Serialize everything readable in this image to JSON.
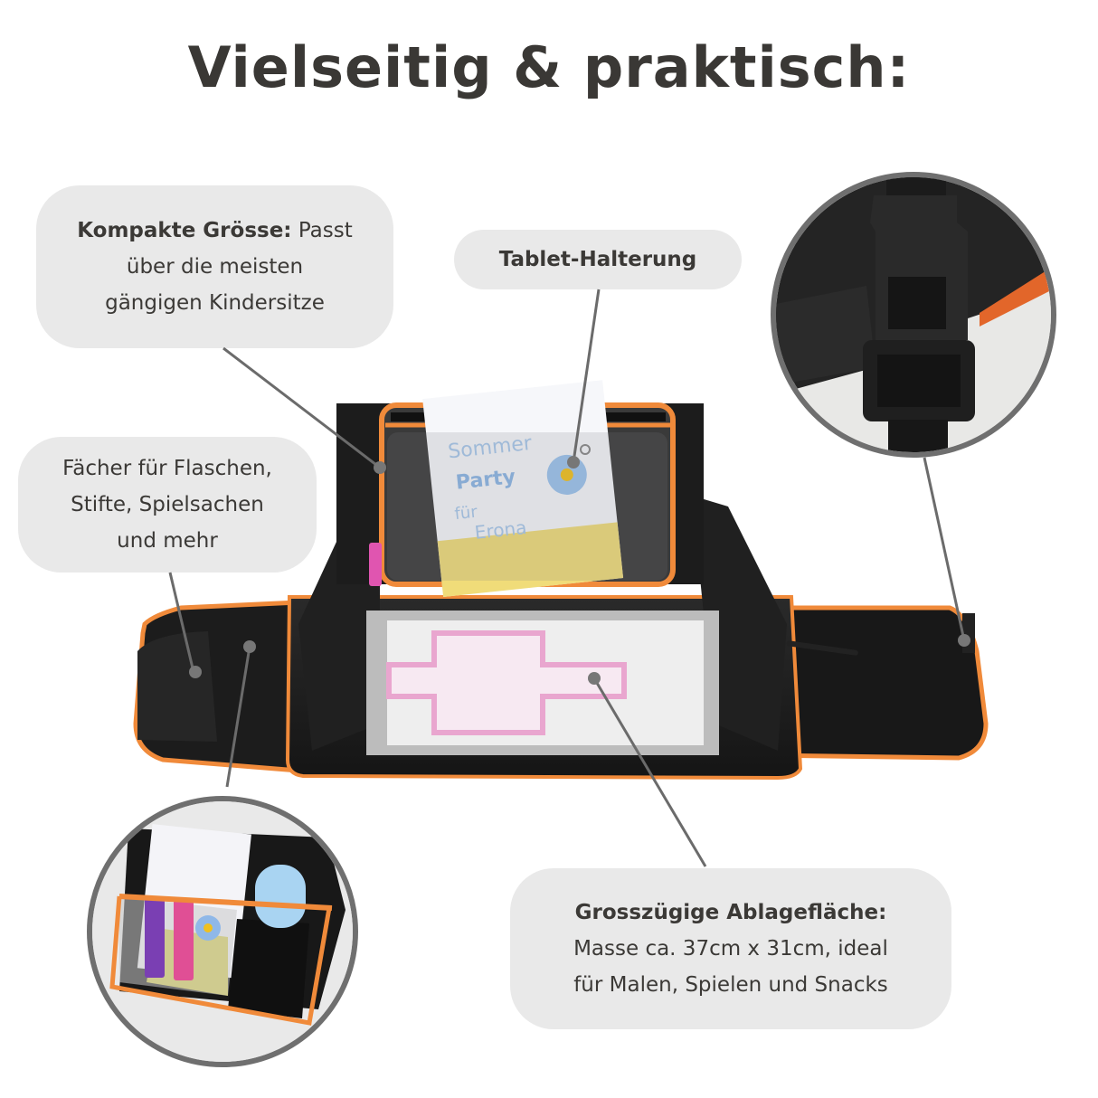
{
  "title": "Vielseitig & praktisch:",
  "callouts": {
    "compact": {
      "bold": "Kompakte Grösse:",
      "rest_line1": " Passt",
      "line2": "über die meisten",
      "line3": "gängigen Kindersitze"
    },
    "tablet": {
      "bold": "Tablet-Halterung"
    },
    "compartments": {
      "line1": "Fächer für Flaschen,",
      "line2": "Stifte, Spielsachen",
      "line3": "und mehr"
    },
    "surface": {
      "bold": "Grosszügige Ablagefläche:",
      "line2": "Masse ca. 37cm x 31cm, ideal",
      "line3": "für Malen, Spielen und Snacks"
    }
  },
  "product_art": {
    "drawing_text_1": "Sommer",
    "drawing_text_2": "Party",
    "drawing_text_3": "für",
    "drawing_text_4": "Erona"
  },
  "colors": {
    "bubble_bg": "#e9e9e9",
    "text": "#3b3936",
    "connector": "#6b6b6b",
    "trim_orange": "#f08a3a",
    "fabric_black": "#1c1c1c"
  }
}
